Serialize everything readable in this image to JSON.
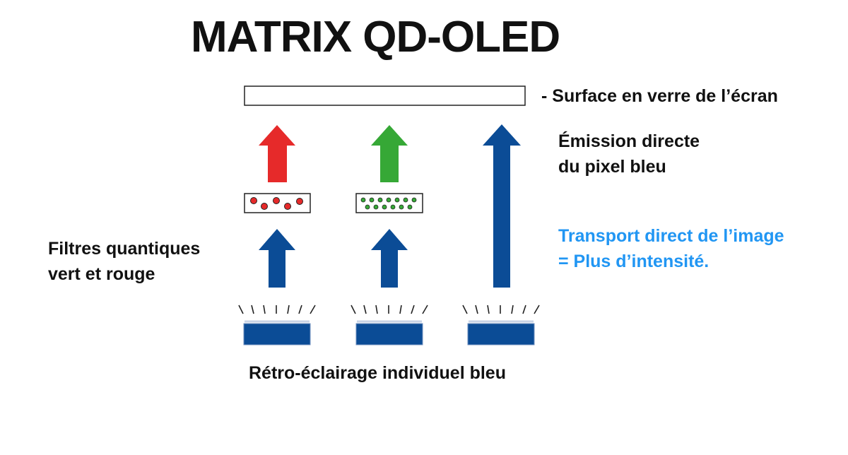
{
  "title": "MATRIX QD-OLED",
  "labels": {
    "glass_surface": "- Surface en verre de l’écran",
    "direct_emission_line1": "Émission directe",
    "direct_emission_line2": "du pixel bleu",
    "filters_line1": "Filtres quantiques",
    "filters_line2": "vert et rouge",
    "transport_line1": "Transport direct de l’image",
    "transport_line2": "= Plus d’intensité.",
    "backlight": "Rétro-éclairage individuel bleu"
  },
  "colors": {
    "red": "#e62a2a",
    "green": "#36a836",
    "blue": "#0b4c96",
    "transport_text": "#2196f3"
  }
}
